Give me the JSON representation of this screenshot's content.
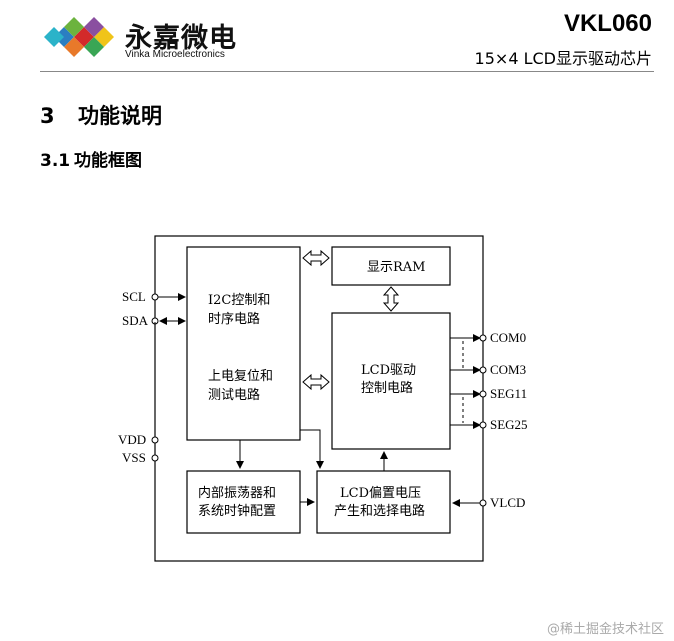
{
  "header": {
    "logo_brand": "永嘉微电",
    "logo_brand_en": "Vinka Microelectronics",
    "model": "VKL060",
    "subtitle": "15×4 LCD显示驱动芯片"
  },
  "section": {
    "number": "3",
    "title": "功能说明"
  },
  "subsection": {
    "number": "3.1",
    "title": "功能框图"
  },
  "diagram": {
    "blocks": {
      "ctrl_line1": "I2C控制和",
      "ctrl_line2": "时序电路",
      "ctrl_line3": "上电复位和",
      "ctrl_line4": "测试电路",
      "ram": "显示RAM",
      "lcd_line1": "LCD驱动",
      "lcd_line2": "控制电路",
      "osc_line1": "内部振荡器和",
      "osc_line2": "系统时钟配置",
      "bias_line1": "LCD偏置电压",
      "bias_line2": "产生和选择电路"
    },
    "pins": {
      "scl": "SCL",
      "sda": "SDA",
      "vdd": "VDD",
      "vss": "VSS",
      "com0": "COM0",
      "com3": "COM3",
      "seg11": "SEG11",
      "seg25": "SEG25",
      "vlcd": "VLCD"
    }
  },
  "footer": {
    "watermark": "@稀土掘金技术社区"
  }
}
